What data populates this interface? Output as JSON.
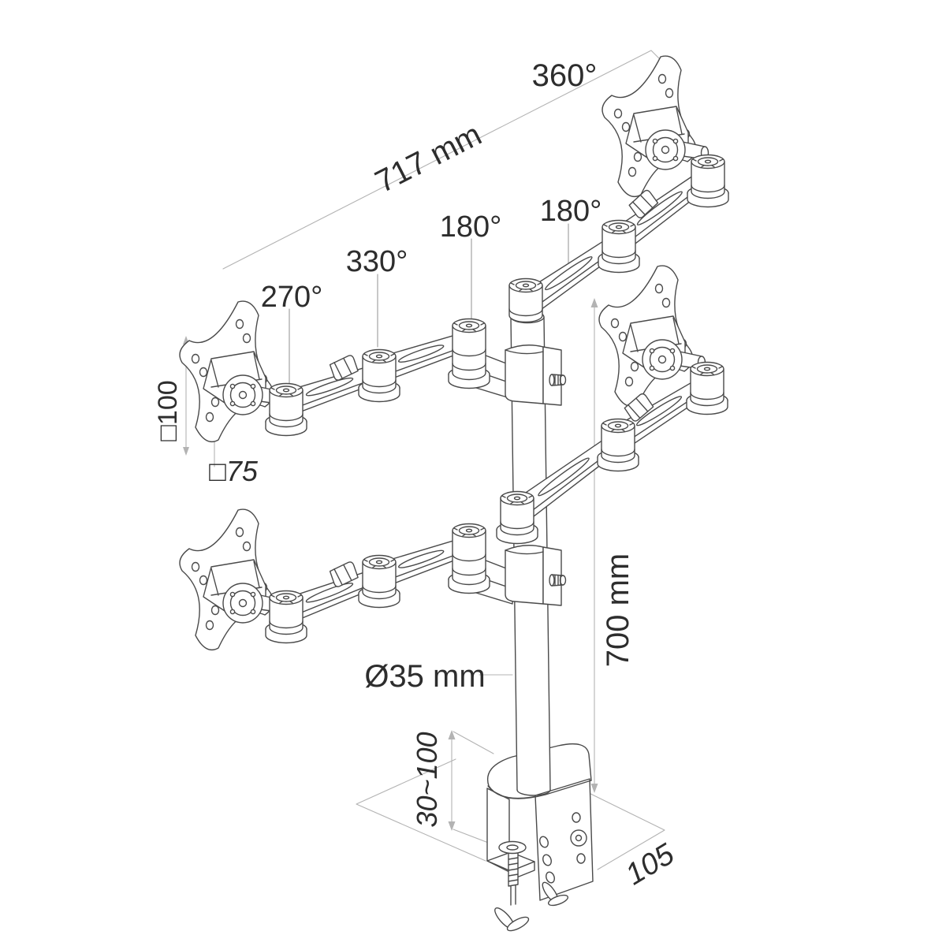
{
  "diagram": {
    "background": "#ffffff",
    "stroke_color": "#4a4a4a",
    "dim_color": "#b3b3b3",
    "leader_color": "#9a9a9a",
    "text_color": "#2d2d2d",
    "labels": {
      "rotation_360": "360°",
      "arm_span": "717 mm",
      "rotation_180_left": "180°",
      "rotation_180_right": "180°",
      "rotation_330": "330°",
      "rotation_270": "270°",
      "vesa_100": "□100",
      "vesa_75": "□75",
      "pole_height": "700 mm",
      "pole_diameter": "Ø35 mm",
      "clamp_thickness_range": "30~100",
      "clamp_depth": "105"
    }
  }
}
